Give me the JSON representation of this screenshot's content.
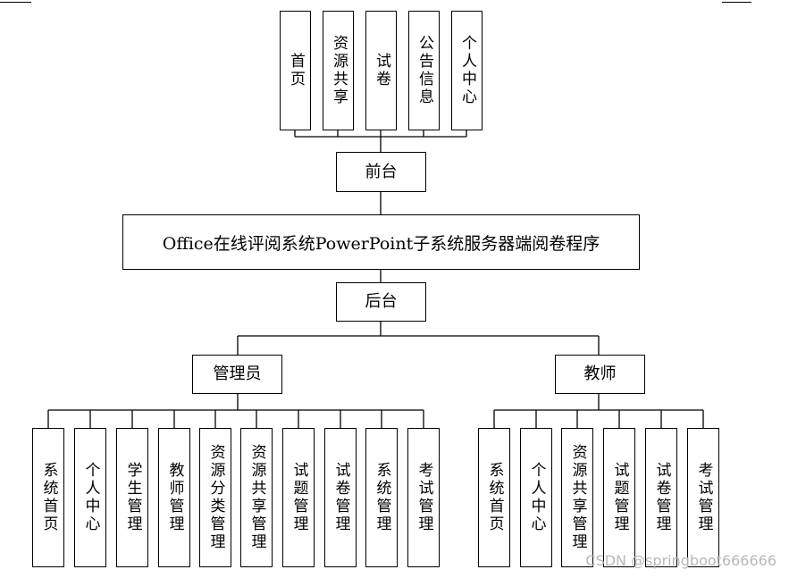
{
  "system": {
    "title": "Office在线评阅系统PowerPoint子系统服务器端阅卷程序"
  },
  "frontend": {
    "label": "前台",
    "items": [
      "首页",
      "资源共享",
      "试卷",
      "公告信息",
      "个人中心"
    ]
  },
  "backend": {
    "label": "后台",
    "roles": [
      {
        "label": "管理员",
        "items": [
          "系统首页",
          "个人中心",
          "学生管理",
          "教师管理",
          "资源分类管理",
          "资源共享管理",
          "试题管理",
          "试卷管理",
          "系统管理",
          "考试管理"
        ]
      },
      {
        "label": "教师",
        "items": [
          "系统首页",
          "个人中心",
          "资源共享管理",
          "试题管理",
          "试卷管理",
          "考试管理"
        ]
      }
    ]
  },
  "watermark": "CSDN @springboot666666"
}
